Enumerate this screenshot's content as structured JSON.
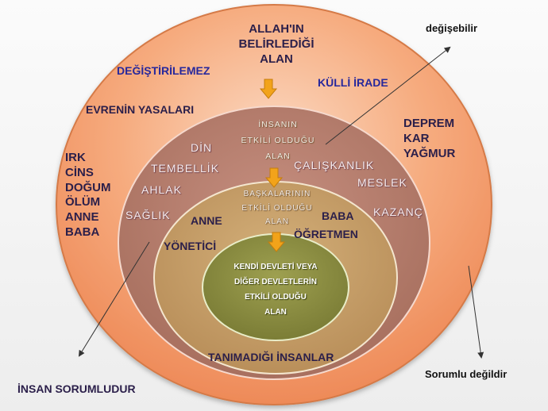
{
  "outer": {
    "lines": [
      "ALLAH'IN",
      "BELİRLEDİĞİ",
      "ALAN"
    ],
    "degistirilemez": "DEĞİŞTİRİLEMEZ",
    "kulli_irade": "KÜLLİ İRADE",
    "evrenin_yasalari": "EVRENİN YASALARI",
    "left_list": [
      "IRK",
      "CİNS",
      "DOĞUM",
      "ÖLÜM",
      "ANNE",
      "BABA"
    ],
    "right_list": [
      "DEPREM",
      "KAR",
      "YAĞMUR"
    ]
  },
  "ring2": {
    "lines": [
      "İNSANIN",
      "ETKİLİ OLDUĞU",
      "ALAN"
    ],
    "din": "DİN",
    "tembellik": "TEMBELLİK",
    "ahlak": "AHLAK",
    "saglik": "SAĞLIK",
    "caliskanlik": "ÇALIŞKANLIK",
    "meslek": "MESLEK",
    "kazanc": "KAZANÇ"
  },
  "ring3": {
    "lines": [
      "BAŞKALARININ",
      "ETKİLİ OLDUĞU",
      "ALAN"
    ],
    "anne": "ANNE",
    "baba": "BABA",
    "ogretmen": "ÖĞRETMEN",
    "yonetici": "YÖNETİCİ",
    "tanimadigi": "TANIMADIĞI İNSANLAR"
  },
  "ring4": {
    "lines": [
      "KENDİ DEVLETİ VEYA",
      "DİĞER DEVLETLERİN",
      "ETKİLİ OLDUĞU",
      "ALAN"
    ]
  },
  "annotations": {
    "degisebilir": "değişebilir",
    "insan_sorumludur": "İNSAN  SORUMLUDUR",
    "sorumlu_degildir": "Sorumlu değildir"
  },
  "colors": {
    "outer_fill": "#f49a66",
    "ring2_fill": "#b27a6d",
    "ring3_fill": "#c7a06b",
    "ring4_fill": "#888a3f",
    "arrow": "#f2a31a"
  }
}
